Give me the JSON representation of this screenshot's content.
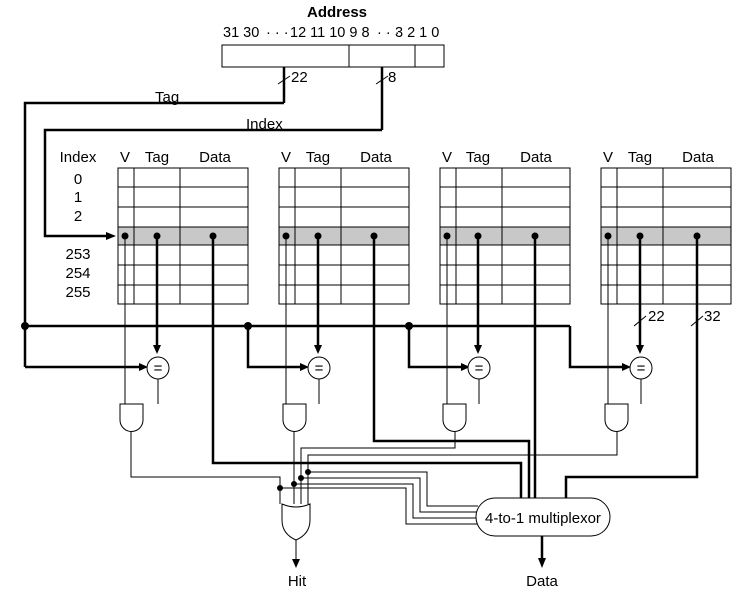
{
  "address": {
    "title": "Address",
    "bit_labels": [
      "31 30",
      "· · ·",
      "12 11 10 9 8",
      "· · ·",
      "3 2 1 0"
    ],
    "tag_width": "22",
    "index_width": "8",
    "tag_label": "Tag",
    "index_label": "Index"
  },
  "index_column": {
    "header": "Index",
    "rows": [
      "0",
      "1",
      "2",
      "253",
      "254",
      "255"
    ]
  },
  "ways": [
    {
      "headers": [
        "V",
        "Tag",
        "Data"
      ],
      "comparator": "="
    },
    {
      "headers": [
        "V",
        "Tag",
        "Data"
      ],
      "comparator": "="
    },
    {
      "headers": [
        "V",
        "Tag",
        "Data"
      ],
      "comparator": "="
    },
    {
      "headers": [
        "V",
        "Tag",
        "Data"
      ],
      "comparator": "="
    }
  ],
  "way_outputs": {
    "tag_width": "22",
    "data_width": "32"
  },
  "mux": {
    "label": "4-to-1 multiplexor"
  },
  "outputs": {
    "hit": "Hit",
    "data": "Data"
  },
  "colors": {
    "selected_row": "#c8c8c8",
    "line": "#000000"
  }
}
